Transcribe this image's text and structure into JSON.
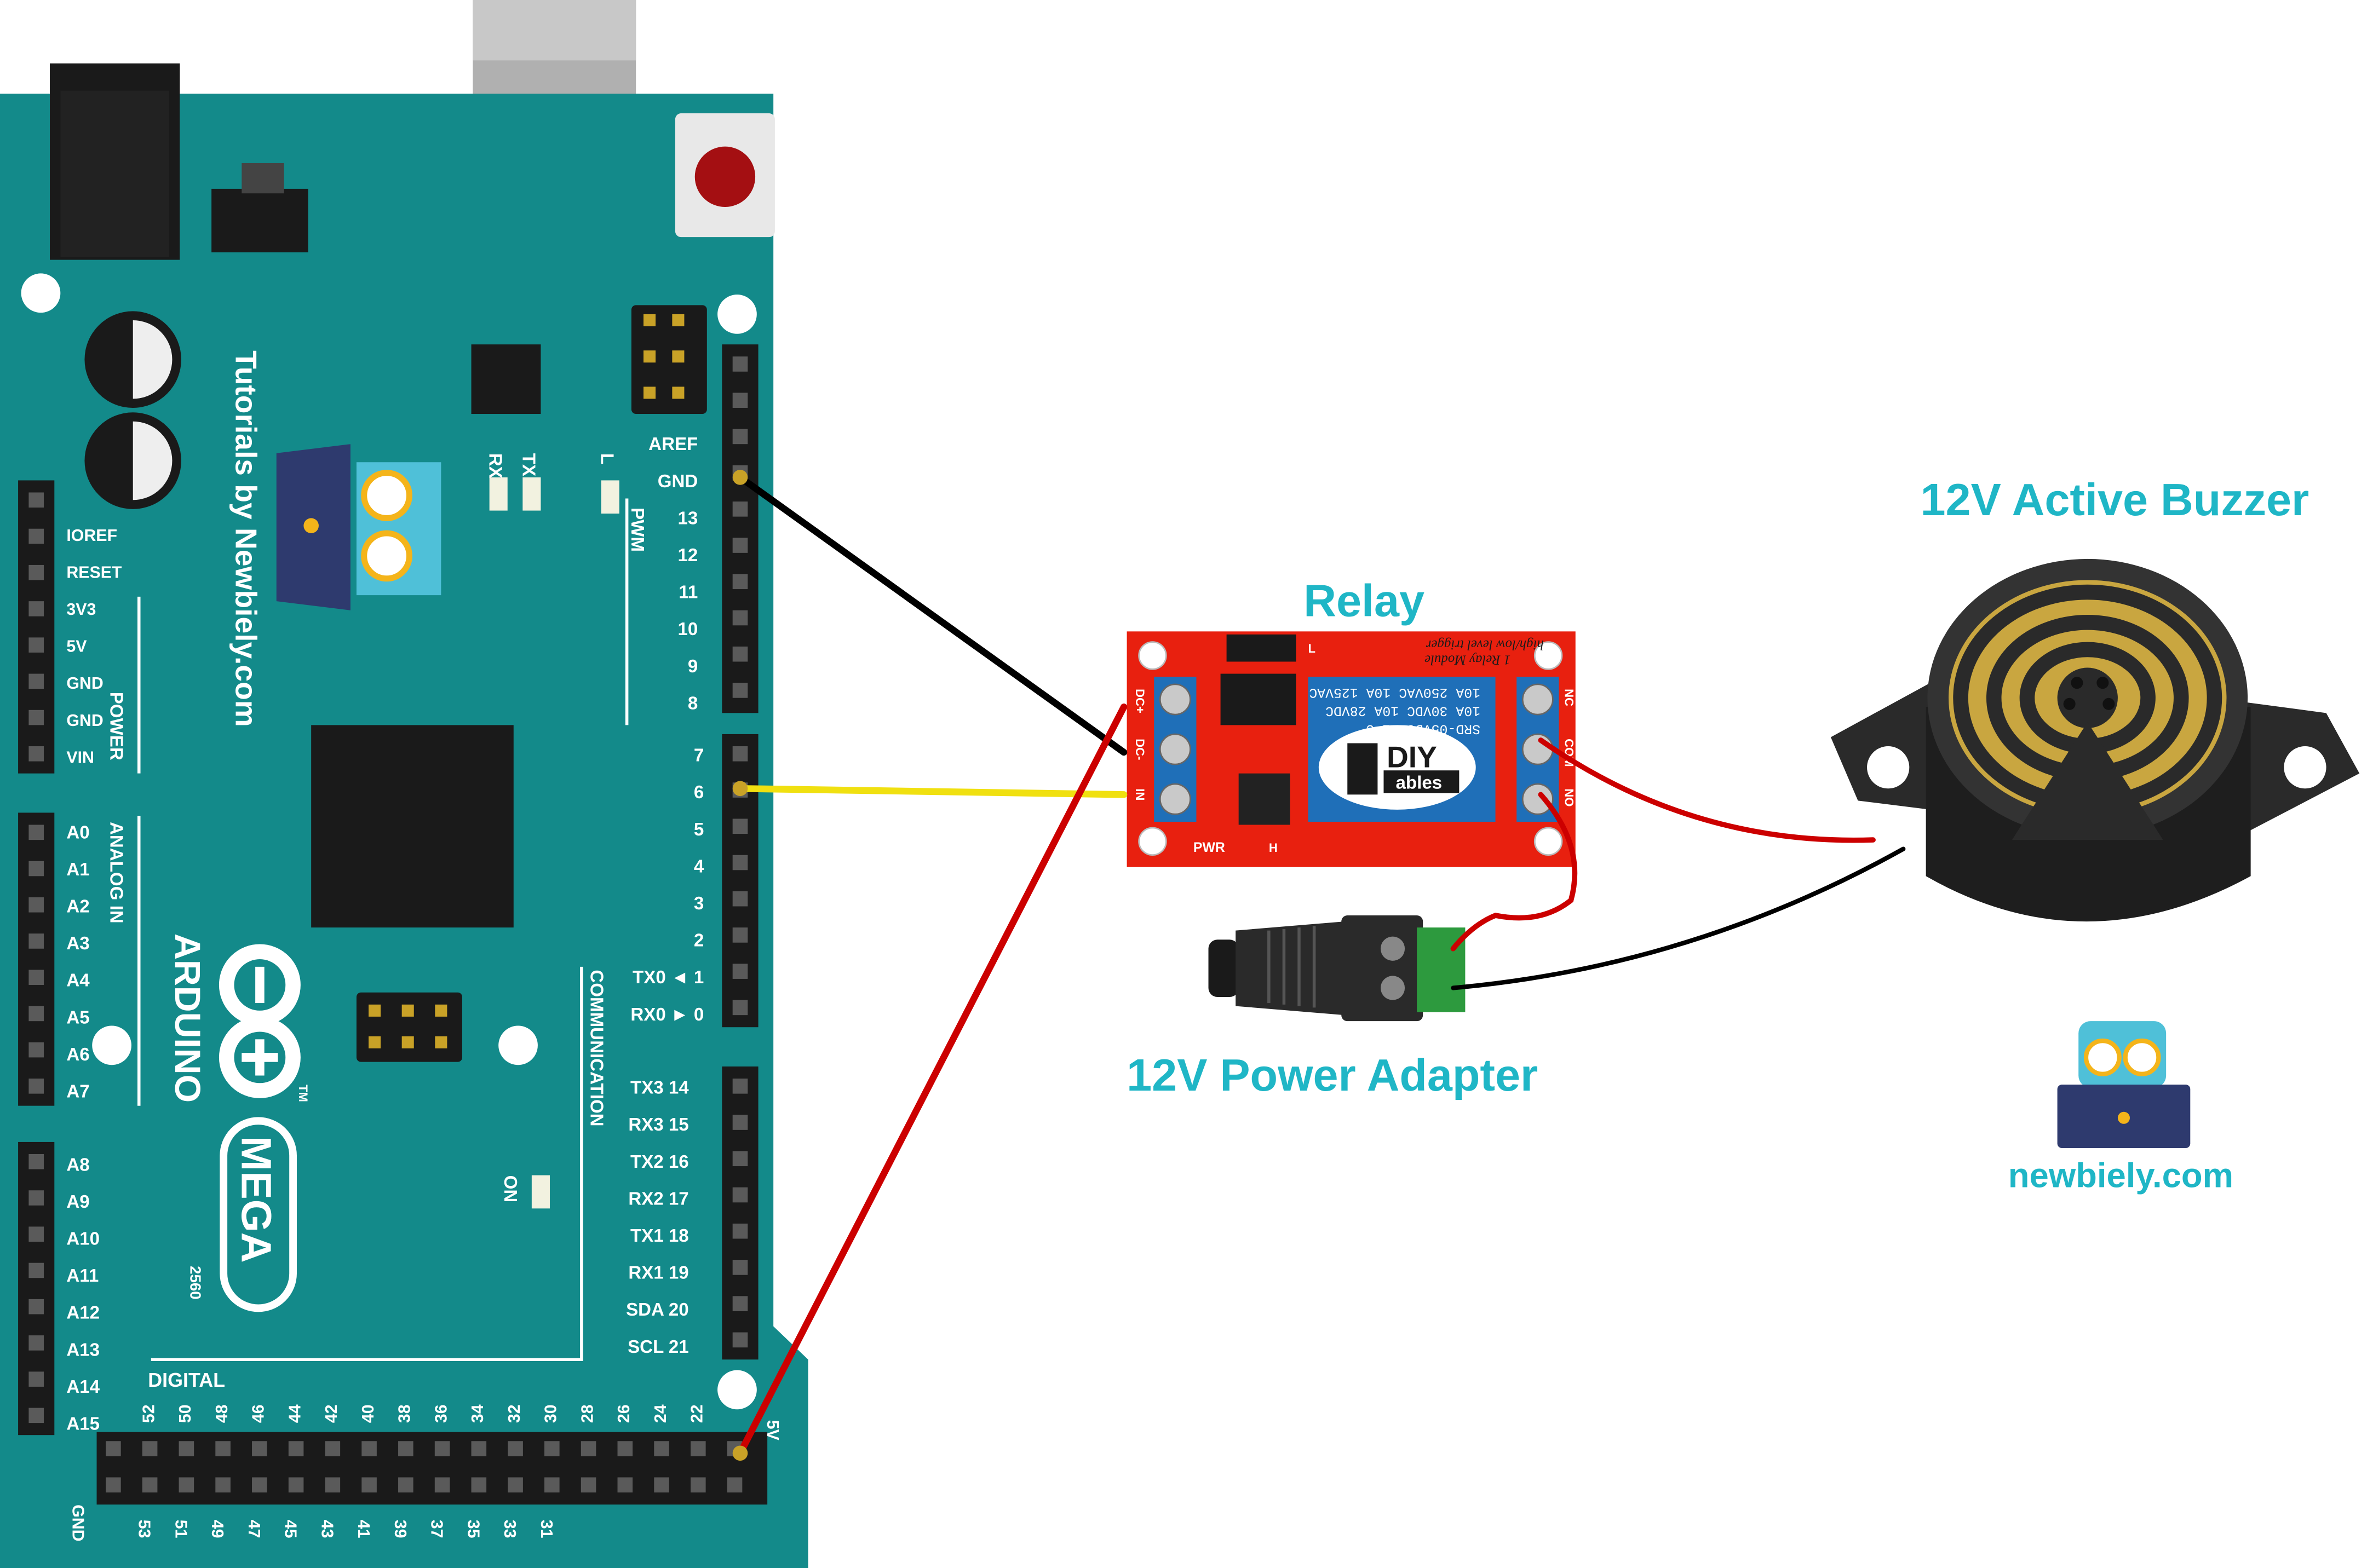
{
  "labels": {
    "relay": "Relay",
    "buzzer": "12V Active Buzzer",
    "adapter": "12V Power Adapter",
    "watermark": "newbiely.com"
  },
  "board": {
    "vertical_credit": "Tutorials by Newbiely.com",
    "brand": "ARDUINO",
    "model": "MEGA",
    "model_number": "2560",
    "tm": "TM",
    "tx": "TX",
    "rx": "RX",
    "l": "L",
    "on": "ON",
    "pwm": "PWM",
    "power": "POWER",
    "analog_in": "ANALOG IN",
    "communication": "COMMUNICATION",
    "digital": "DIGITAL",
    "gnd_bottom": "GND",
    "v5_bottom": "5V",
    "top_right_pins": [
      "AREF",
      "GND",
      "13",
      "12",
      "11",
      "10",
      "9",
      "8"
    ],
    "mid_right_pins": [
      "7",
      "6",
      "5",
      "4",
      "3",
      "2",
      "TX0 ◄ 1",
      "RX0 ► 0"
    ],
    "comm_pins": [
      "TX3 14",
      "RX3 15",
      "TX2 16",
      "RX2 17",
      "TX1 18",
      "RX1 19",
      "SDA 20",
      "SCL 21"
    ],
    "power_pins": [
      "IOREF",
      "RESET",
      "3V3",
      "5V",
      "GND",
      "GND",
      "VIN"
    ],
    "analog_pins": [
      "A0",
      "A1",
      "A2",
      "A3",
      "A4",
      "A5",
      "A6",
      "A7"
    ],
    "analog_pins_2": [
      "A8",
      "A9",
      "A10",
      "A11",
      "A12",
      "A13",
      "A14",
      "A15"
    ],
    "digital_top": [
      "52",
      "50",
      "48",
      "46",
      "44",
      "42",
      "40",
      "38",
      "36",
      "34",
      "32",
      "30",
      "28",
      "26",
      "24",
      "22"
    ],
    "digital_bottom": [
      "53",
      "51",
      "49",
      "47",
      "45",
      "43",
      "41",
      "39",
      "37",
      "35",
      "33",
      "31"
    ]
  },
  "relay": {
    "model": "SRD-05VDC-SL-C",
    "rating1": "10A 250VAC  10A 125VAC",
    "rating2": "10A 30VDC  10A 28VDC",
    "title": "1 Relay Module",
    "trigger": "high/low level trigger",
    "logo_top": "DIY",
    "logo_bottom": "ables",
    "in_labels": [
      "DC+",
      "DC-",
      "IN"
    ],
    "out_labels": [
      "NC",
      "COM",
      "NO"
    ],
    "pwr": "PWR",
    "l": "L",
    "h": "H"
  },
  "wires": {
    "gnd": "#000000",
    "signal": "#f0e010",
    "power": "#cc0000"
  },
  "colors": {
    "label": "#1fb6c6",
    "board": "#138a8a",
    "relay_board": "#e8200f"
  }
}
